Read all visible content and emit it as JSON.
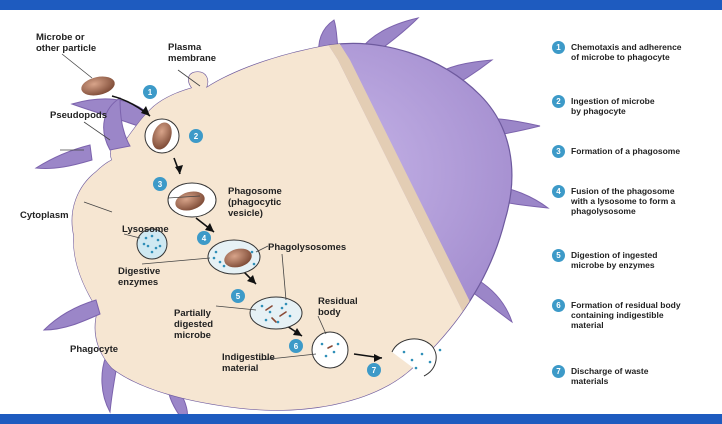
{
  "colors": {
    "accent": "#1e5bbf",
    "cytoplasm": "#f6e6d2",
    "cell_body": "#a58fd0",
    "badge": "#3d9ac8"
  },
  "labels": {
    "microbe": [
      "Microbe or",
      "other particle"
    ],
    "plasma_membrane": [
      "Plasma",
      "membrane"
    ],
    "pseudopods": "Pseudopods",
    "cytoplasm": "Cytoplasm",
    "phagosome": [
      "Phagosome",
      "(phagocytic",
      "vesicle)"
    ],
    "lysosome": "Lysosome",
    "phagolysosomes": "Phagolysosomes",
    "digestive_enzymes": [
      "Digestive",
      "enzymes"
    ],
    "residual_body": [
      "Residual",
      "body"
    ],
    "partially_digested": [
      "Partially",
      "digested",
      "microbe"
    ],
    "indigestible": [
      "Indigestible",
      "material"
    ],
    "phagocyte": "Phagocyte"
  },
  "steps": [
    {
      "num": "1",
      "text": "Chemotaxis and adherence\nof microbe to phagocyte"
    },
    {
      "num": "2",
      "text": "Ingestion of microbe\nby phagocyte"
    },
    {
      "num": "3",
      "text": "Formation of a phagosome"
    },
    {
      "num": "4",
      "text": "Fusion of the phagosome\nwith a lysosome to form a\nphagolysosome"
    },
    {
      "num": "5",
      "text": "Digestion of ingested\nmicrobe by enzymes"
    },
    {
      "num": "6",
      "text": "Formation of residual body\ncontaining indigestible\nmaterial"
    },
    {
      "num": "7",
      "text": "Discharge of waste\nmaterials"
    }
  ]
}
